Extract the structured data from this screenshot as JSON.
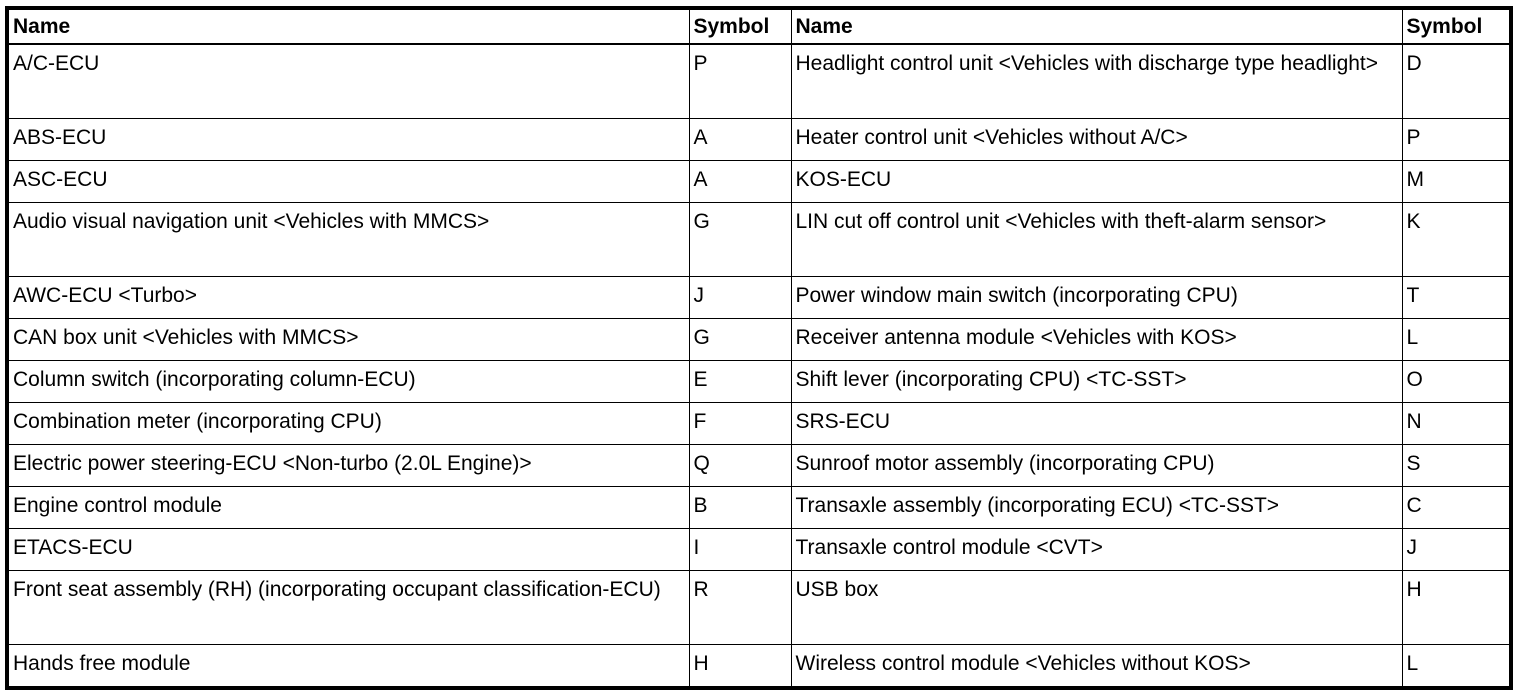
{
  "table": {
    "headers": {
      "name_left": "Name",
      "symbol_left": "Symbol",
      "name_right": "Name",
      "symbol_right": "Symbol"
    },
    "rows": [
      {
        "name_left": "A/C-ECU",
        "symbol_left": "P",
        "name_right": "Headlight control unit <Vehicles with discharge type headlight>",
        "symbol_right": "D"
      },
      {
        "name_left": "ABS-ECU",
        "symbol_left": "A",
        "name_right": "Heater control unit <Vehicles without A/C>",
        "symbol_right": "P"
      },
      {
        "name_left": "ASC-ECU",
        "symbol_left": "A",
        "name_right": "KOS-ECU",
        "symbol_right": "M"
      },
      {
        "name_left": "Audio visual navigation unit <Vehicles with MMCS>",
        "symbol_left": "G",
        "name_right": "LIN cut off control unit <Vehicles with theft-alarm sensor>",
        "symbol_right": "K"
      },
      {
        "name_left": "AWC-ECU <Turbo>",
        "symbol_left": "J",
        "name_right": "Power window main switch (incorporating CPU)",
        "symbol_right": "T"
      },
      {
        "name_left": "CAN box unit <Vehicles with MMCS>",
        "symbol_left": "G",
        "name_right": "Receiver antenna module <Vehicles with KOS>",
        "symbol_right": "L"
      },
      {
        "name_left": "Column switch (incorporating column-ECU)",
        "symbol_left": "E",
        "name_right": "Shift lever (incorporating CPU) <TC-SST>",
        "symbol_right": "O"
      },
      {
        "name_left": "Combination meter (incorporating CPU)",
        "symbol_left": "F",
        "name_right": "SRS-ECU",
        "symbol_right": "N"
      },
      {
        "name_left": "Electric power steering-ECU <Non-turbo (2.0L Engine)>",
        "symbol_left": "Q",
        "name_right": "Sunroof motor assembly (incorporating CPU)",
        "symbol_right": "S"
      },
      {
        "name_left": "Engine control module",
        "symbol_left": "B",
        "name_right": "Transaxle assembly (incorporating ECU) <TC-SST>",
        "symbol_right": "C"
      },
      {
        "name_left": "ETACS-ECU",
        "symbol_left": "I",
        "name_right": "Transaxle control module <CVT>",
        "symbol_right": "J"
      },
      {
        "name_left": "Front seat assembly (RH) (incorporating occupant classification-ECU)",
        "symbol_left": "R",
        "name_right": "USB box",
        "symbol_right": "H"
      },
      {
        "name_left": "Hands free module",
        "symbol_left": "H",
        "name_right": "Wireless control module <Vehicles without KOS>",
        "symbol_right": "L"
      }
    ]
  }
}
